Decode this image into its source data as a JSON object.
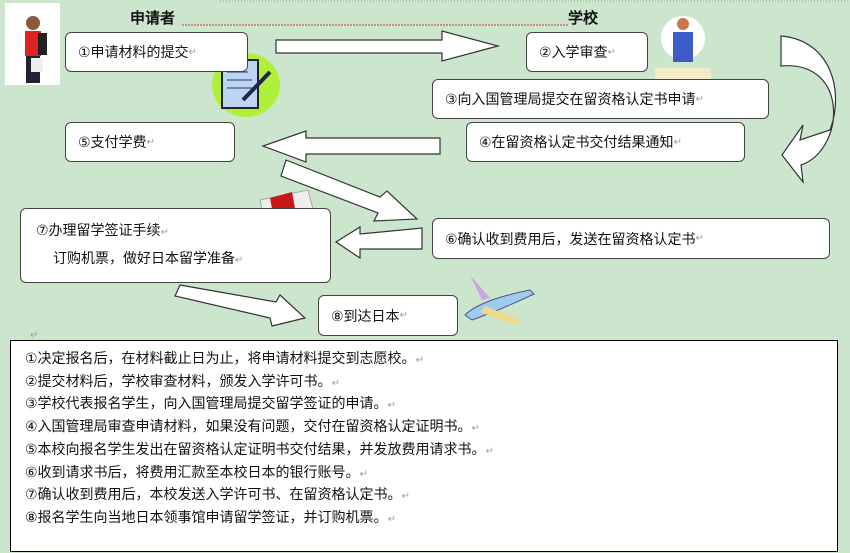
{
  "headers": {
    "applicant": "申请者",
    "school": "学校"
  },
  "steps": {
    "s1": "①申请材料的提交",
    "s2": "②入学审查",
    "s3": "③向入国管理局提交在留资格认定书申请",
    "s4": "④在留资格认定书交付结果通知",
    "s5": "⑤支付学费",
    "s6": "⑥确认收到费用后，发送在留资格认定书",
    "s7_line1": "⑦办理留学签证手续",
    "s7_line2": "订购机票，做好日本留学准备",
    "s8": "⑧到达日本"
  },
  "notes": [
    "①决定报名后，在材料截止日为止，将申请材料提交到志愿校。",
    "②提交材料后，学校审查材料，颁发入学许可书。",
    "③学校代表报名学生，向入国管理局提交留学签证的申请。",
    "④入国管理局审查申请材料，如果没有问题，交付在留资格认定证明书。",
    "⑤本校向报名学生发出在留资格认定证明书交付结果，并发放费用请求书。",
    "⑥收到请求书后，将费用汇款至本校日本的银行账号。",
    "⑦确认收到费用后，本校发送入学许可书、在留资格认定书。",
    "⑧报名学生向当地日本领事馆申请留学签证，并订购机票。"
  ],
  "paragraph_mark": "↵",
  "colors": {
    "background": "#cbe6cc",
    "box": "#ffffff",
    "border": "#444444"
  }
}
